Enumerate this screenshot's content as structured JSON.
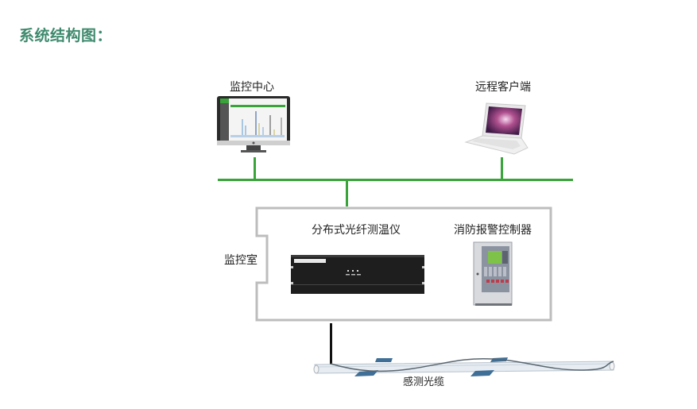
{
  "title": "系统结构图：",
  "colors": {
    "title": "#3f8a6e",
    "network_line": "#3aa43a",
    "room_border": "#bdbdbd",
    "cable_blue": "#3f6f96"
  },
  "nodes": {
    "monitor_center": {
      "label": "监控中心",
      "icon": "desktop-monitor-icon"
    },
    "remote_client": {
      "label": "远程客户端",
      "icon": "laptop-icon"
    },
    "monitor_room": {
      "label": "监控室"
    },
    "dts_device": {
      "label": "分布式光纤测温仪",
      "icon": "rack-device-icon"
    },
    "fire_alarm": {
      "label": "消防报警控制器",
      "icon": "fire-alarm-panel-icon"
    },
    "sensing_cable": {
      "label": "感测光缆",
      "icon": "sensing-cable-icon"
    }
  }
}
